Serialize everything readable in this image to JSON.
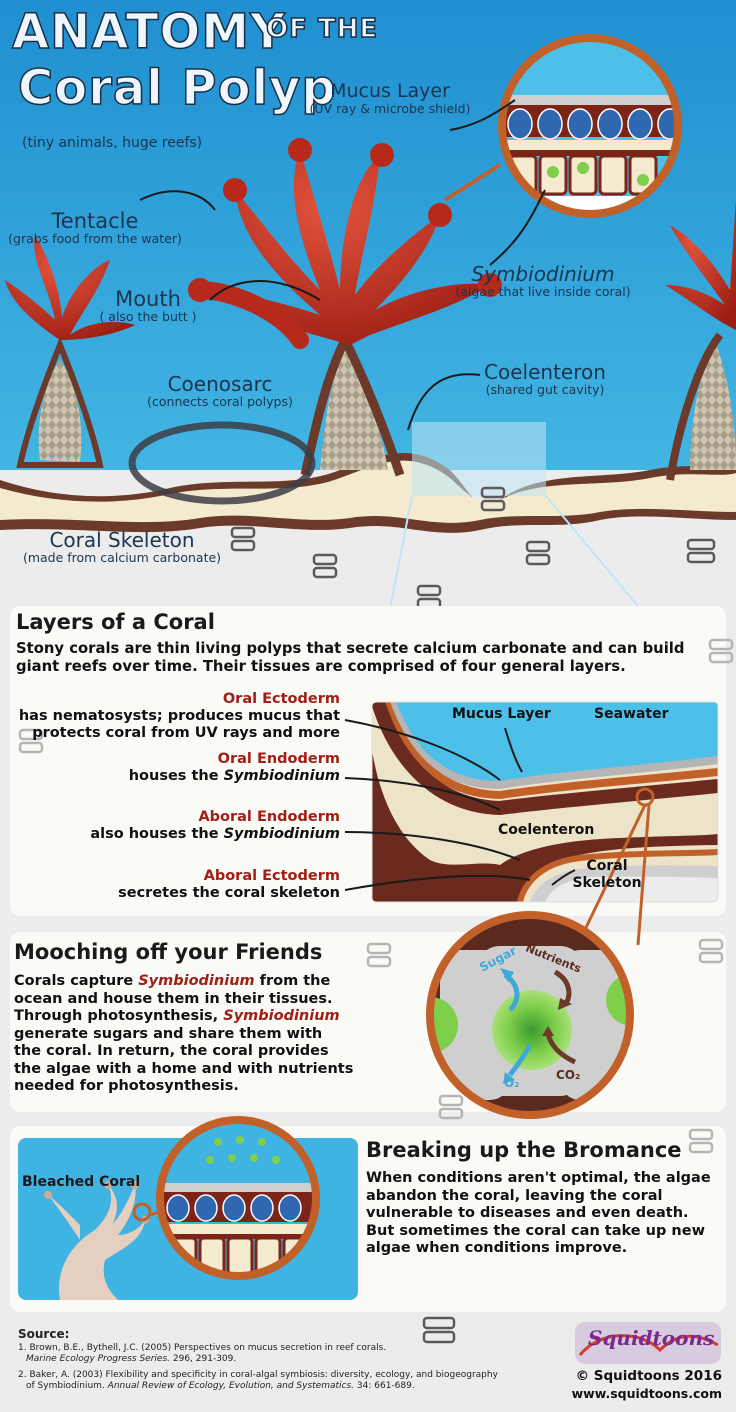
{
  "title": {
    "line1": "ANATOMY",
    "line1b": "OF THE",
    "line2": "Coral Polyp",
    "subtitle": "(tiny animals, huge reefs)"
  },
  "labels": {
    "mucus_title": "Mucus Layer",
    "mucus_sub": "(UV ray & microbe shield)",
    "tentacle_title": "Tentacle",
    "tentacle_sub": "(grabs food from the water)",
    "mouth_title": "Mouth",
    "mouth_sub": "( also the butt )",
    "symbio_title": "Symbiodinium",
    "symbio_sub": "(algae that live inside coral)",
    "coeno_title": "Coenosarc",
    "coeno_sub": "(connects coral polyps)",
    "coel_title": "Coelenteron",
    "coel_sub": "(shared gut cavity)",
    "skeleton_title": "Coral Skeleton",
    "skeleton_sub": "(made from calcium carbonate)"
  },
  "layers_panel": {
    "heading": "Layers of a Coral",
    "intro": "Stony corals are thin living polyps that secrete calcium carbonate and can build giant reefs over time. Their tissues are comprised of four general layers.",
    "oral_ecto_title": "Oral Ectoderm",
    "oral_ecto_l1": "has nematosysts; produces mucus that",
    "oral_ecto_l2": "protects coral from UV rays and more",
    "oral_endo_title": "Oral Endoderm",
    "oral_endo_pre": "houses the ",
    "oral_endo_sym": "Symbiodinium",
    "aboral_endo_title": "Aboral Endoderm",
    "aboral_endo_pre": "also houses the ",
    "aboral_endo_sym": "Symbiodinium",
    "aboral_ecto_title": "Aboral Ectoderm",
    "aboral_ecto_desc": "secretes the coral skeleton",
    "diag_mucus": "Mucus Layer",
    "diag_seawater": "Seawater",
    "diag_coelenteron": "Coelenteron",
    "diag_skel_1": "Coral",
    "diag_skel_2": "Skeleton"
  },
  "mooch_panel": {
    "heading": "Mooching off your Friends",
    "p1a": "Corals capture ",
    "p1sym": "Symbiodinium",
    "p1b": " from the",
    "p2": "ocean and house them in their tissues.",
    "p3a": "Through photosynthesis, ",
    "p3sym": "Symbiodinium",
    "p4": "generate sugars and share them with",
    "p5": "the coral. In return, the coral provides",
    "p6": "the algae with a home and with nutrients",
    "p7": "needed for photosynthesis.",
    "sugar": "Sugar",
    "nutrients": "Nutrients",
    "o2": "O₂",
    "co2": "CO₂"
  },
  "bromance_panel": {
    "heading": "Breaking up the Bromance",
    "l1": "When conditions aren't optimal, the algae",
    "l2": "abandon the coral, leaving the coral",
    "l3": "vulnerable to diseases and even death.",
    "l4": "But sometimes the coral can take up new",
    "l5": "algae when conditions improve.",
    "bleached": "Bleached Coral"
  },
  "sources": {
    "heading": "Source:",
    "s1_a": "1. Brown, B.E., Bythell, J.C. (2005) Perspectives on mucus secretion in reef corals.",
    "s1_b": "Marine Ecology Progress Series.",
    "s1_c": " 296, 291-309.",
    "s2_a": "2. Baker, A. (2003) Flexibility and specificity in coral-algal symbiosis: diversity, ecology, and biogeography",
    "s2_b": "of Symbiodinium.",
    "s2_c": " Annual Review of Ecology, Evolution, and Systematics.",
    "s2_d": " 34: 661-689."
  },
  "credits": {
    "logo": "Squidtoons",
    "copyright": "© Squidtoons 2016",
    "url": "www.squidtoons.com"
  },
  "colors": {
    "ocean": "#33a8dc",
    "coral_red": "#b72a1b",
    "dark_brown": "#5a2a1e",
    "cream": "#f3ead0",
    "accent_red": "#a11e16",
    "algae_green": "#7fcf4a",
    "ring_orange": "#c2602a"
  }
}
